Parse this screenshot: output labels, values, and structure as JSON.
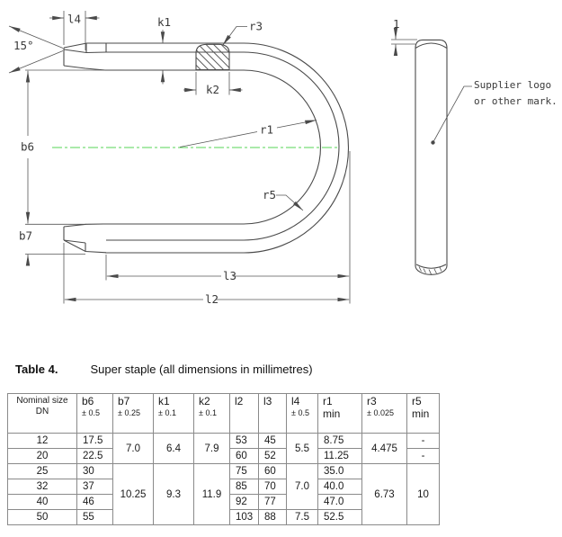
{
  "figure": {
    "dimension_labels": {
      "l4": "l4",
      "angle": "15°",
      "k1": "k1",
      "r3": "r3",
      "k2": "k2",
      "b6": "b6",
      "r1": "r1",
      "r5": "r5",
      "b7": "b7",
      "l3": "l3",
      "l2": "l2",
      "crown_height": "1"
    },
    "annotations": {
      "supplier_line1": "Supplier logo",
      "supplier_line2": "or other mark."
    },
    "colors": {
      "outline": "#4a4a4a",
      "dimension": "#565656",
      "centerline": "#55d455"
    }
  },
  "caption": {
    "label": "Table 4.",
    "text": "Super staple (all dimensions in millimetres)"
  },
  "table": {
    "header": [
      {
        "line1": "Nominal size",
        "line2": "DN"
      },
      {
        "line1": "b6",
        "line2": "± 0.5"
      },
      {
        "line1": "b7",
        "line2": "± 0.25"
      },
      {
        "line1": "k1",
        "line2": "± 0.1"
      },
      {
        "line1": "k2",
        "line2": "± 0.1"
      },
      {
        "line1": "l2",
        "line2": ""
      },
      {
        "line1": "l3",
        "line2": ""
      },
      {
        "line1": "l4",
        "line2": "± 0.5"
      },
      {
        "line1": "r1",
        "line2": "min"
      },
      {
        "line1": "r3",
        "line2": "± 0.025"
      },
      {
        "line1": "r5",
        "line2": "min"
      }
    ],
    "rows": {
      "dn": [
        "12",
        "20",
        "25",
        "32",
        "40",
        "50"
      ],
      "b6": [
        "17.5",
        "22.5",
        "30",
        "37",
        "46",
        "55"
      ],
      "b7": [
        "7.0",
        "10.25"
      ],
      "k1": [
        "6.4",
        "9.3"
      ],
      "k2": [
        "7.9",
        "11.9"
      ],
      "l2": [
        "53",
        "60",
        "75",
        "85",
        "92",
        "103"
      ],
      "l3": [
        "45",
        "52",
        "60",
        "70",
        "77",
        "88"
      ],
      "l4": [
        "5.5",
        "7.0",
        "7.5"
      ],
      "r1": [
        "8.75",
        "11.25",
        "35.0",
        "40.0",
        "47.0",
        "52.5"
      ],
      "r3": [
        "4.475",
        "6.73"
      ],
      "r5": [
        "-",
        "-",
        "10"
      ]
    }
  }
}
